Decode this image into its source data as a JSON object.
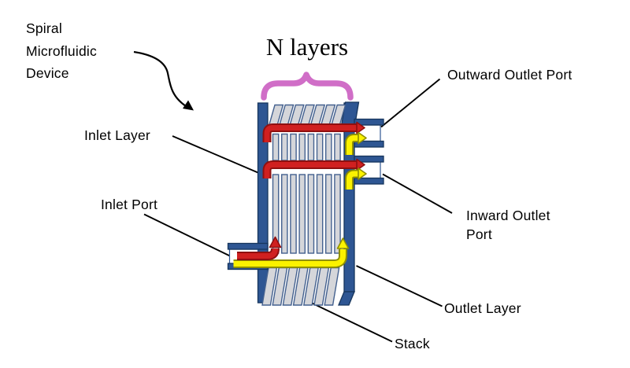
{
  "diagram": {
    "type": "labeled-schematic",
    "subject": "Cross-section of a stacked spiral microfluidic device with flow paths"
  },
  "labels": {
    "device_title": "Spiral\nMicrofluidic\nDevice",
    "n_layers": "N layers",
    "outward_outlet_port": "Outward Outlet Port",
    "inward_outlet_port": "Inward Outlet\nPort",
    "inlet_layer": "Inlet Layer",
    "inlet_port": "Inlet Port",
    "outlet_layer": "Outlet Layer",
    "stack": "Stack"
  },
  "colors": {
    "frame_blue": "#2E5693",
    "layer_gray": "#D5D6DA",
    "inlet_flow_red": "#D02020",
    "inlet_flow_red_outline": "#8E1010",
    "outlet_flow_yellow": "#FBF200",
    "outlet_flow_yellow_outline": "#8F8F00",
    "brace_pink": "#D06EC7",
    "annotation_black": "#000000",
    "background": "#FFFFFF"
  }
}
